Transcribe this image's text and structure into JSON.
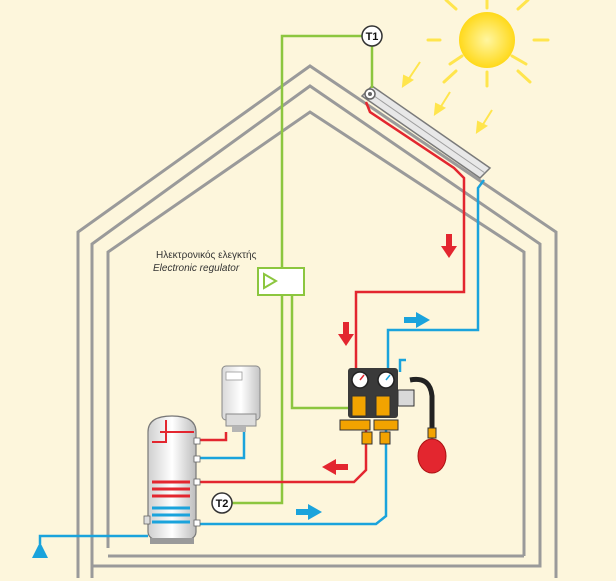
{
  "diagram": {
    "regulator_label_greek": "Ηλεκτρονικός ελεγκτής",
    "regulator_label_english": "Electronic regulator",
    "sensor_t1": "T1",
    "sensor_t2": "T2"
  },
  "colors": {
    "background": "#fdf6dc",
    "house_outline": "#9a9a9a",
    "hot_line": "#e3262f",
    "cold_line": "#1aa3dc",
    "sensor_line": "#8cc63f",
    "sun": "#ffe54d"
  }
}
